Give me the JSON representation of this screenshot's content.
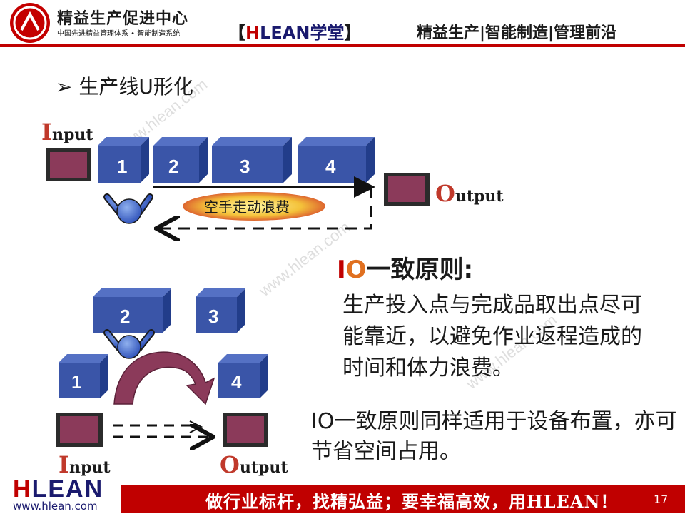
{
  "header": {
    "logo_title": "精益生产促进中心",
    "logo_subtitle": "中国先进精益管理体系 • 智能制造系统",
    "brand_open": "【",
    "brand_h": "H",
    "brand_lean": "LEAN",
    "brand_school": "学堂",
    "brand_close": "】",
    "right_tagline": "精益生产|智能制造|管理前沿"
  },
  "slide": {
    "bullet": "➢ 生产线U形化",
    "top_diagram": {
      "input_big": "I",
      "input_rest": "nput",
      "output_big": "O",
      "output_rest": "utput",
      "stations": [
        "1",
        "2",
        "3",
        "4"
      ],
      "waste_label": "空手走动浪费"
    },
    "bottom_diagram": {
      "stations": [
        "2",
        "3",
        "1",
        "4"
      ],
      "input_big": "I",
      "input_rest": "nput",
      "output_big": "O",
      "output_rest": "utput"
    },
    "io_heading_i": "I",
    "io_heading_o": "O",
    "io_heading_rest": "一致原则:",
    "para1": "生产投入点与完成品取出点尽可能靠近，以避免作业返程造成的时间和体力浪费。",
    "para2": "IO一致原则同样适用于设备布置，亦可节省空间占用。"
  },
  "footer": {
    "logo_h": "H",
    "logo_rest": "LEAN",
    "url": "www.hlean.com",
    "slogan": "做行业标杆，找精弘益；要幸福高效，用HLEAN！",
    "page": "17"
  },
  "watermark": "www.hlean.com",
  "colors": {
    "accent_red": "#c00000",
    "box_blue": "#3a55a8",
    "box_maroon": "#8b3a5a",
    "navy": "#1a1a6e"
  }
}
